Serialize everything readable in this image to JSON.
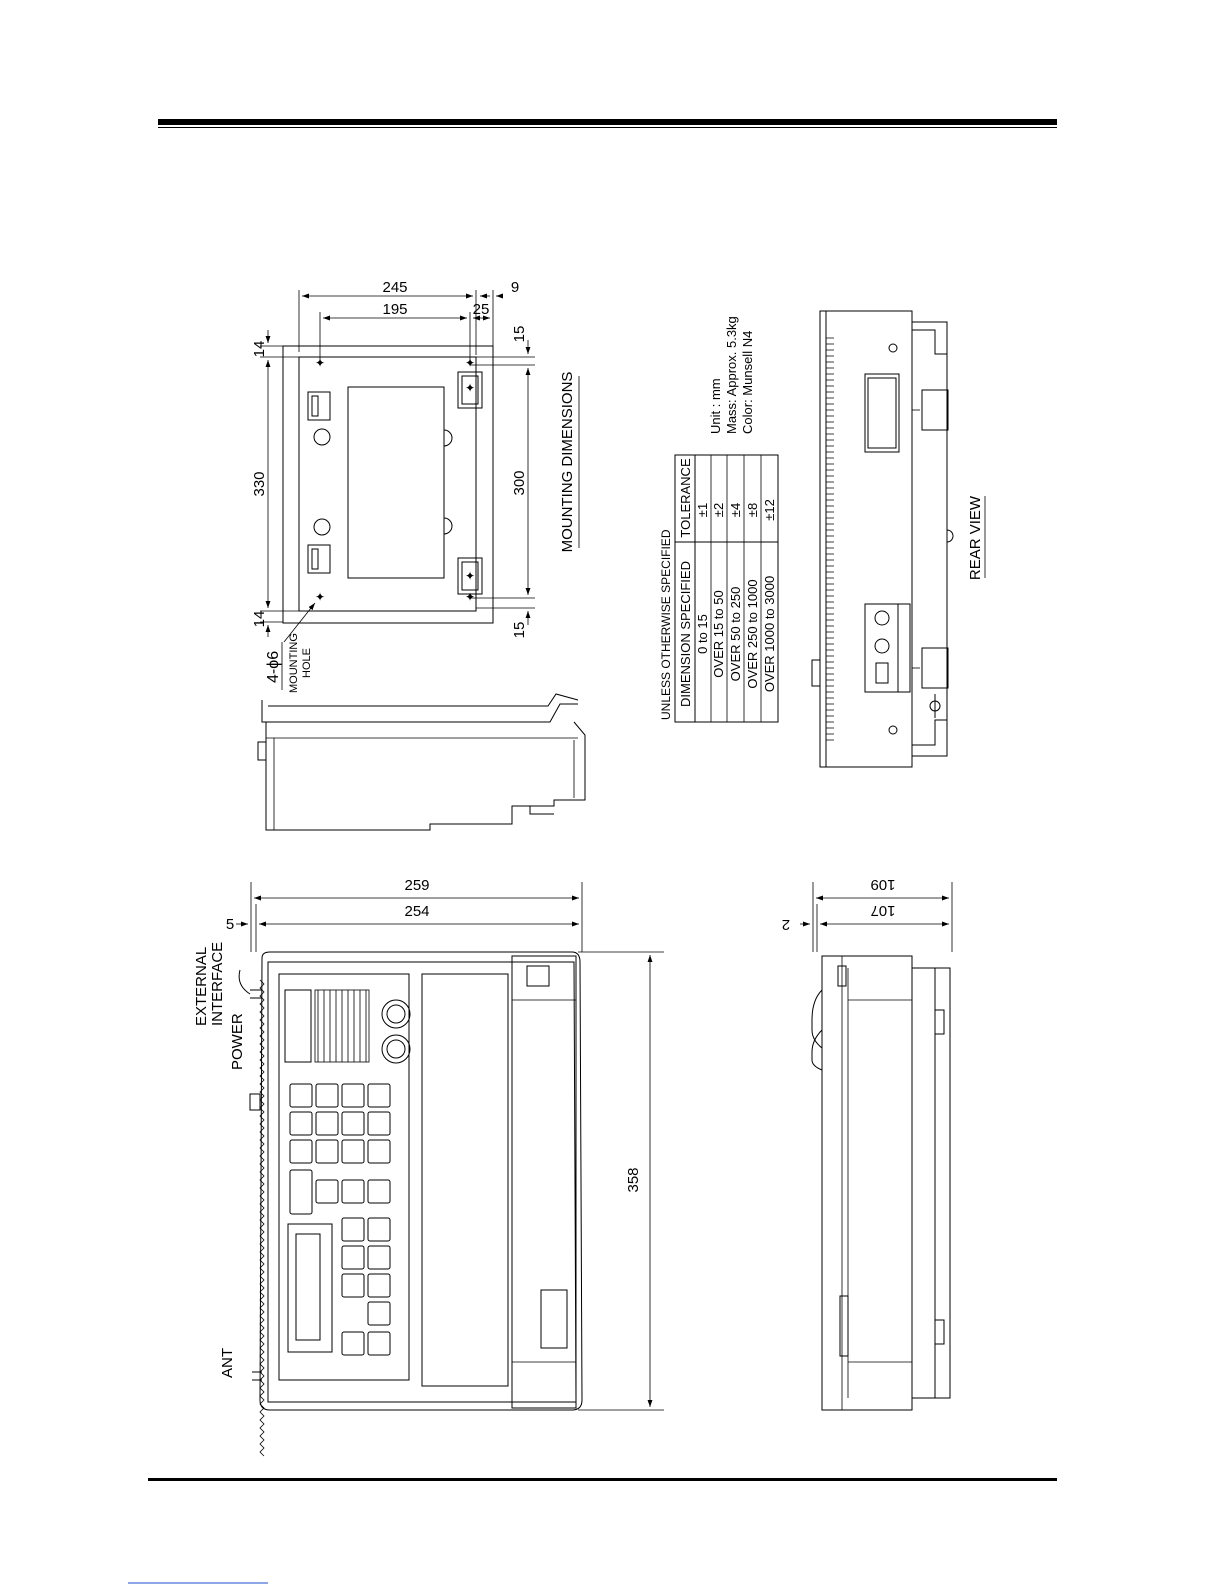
{
  "mounting": {
    "title": "MOUNTING DIMENSIONS",
    "dim_245": "245",
    "dim_9": "9",
    "dim_195": "195",
    "dim_25": "25",
    "dim_14_top": "14",
    "dim_15_top": "15",
    "dim_330": "330",
    "dim_300": "300",
    "dim_14_bottom": "14",
    "dim_15_bottom": "15",
    "hole_count": "4-",
    "hole_symbol": "ϕ",
    "hole_size": "6",
    "hole_label_1": "MOUNTING",
    "hole_label_2": "HOLE"
  },
  "specs": {
    "unit": "Unit  :  mm",
    "mass": "Mass:  Approx. 5.3kg",
    "color": "Color:  Munsell N4"
  },
  "tolerance_table": {
    "title": "UNLESS OTHERWISE SPECIFIED",
    "headers": [
      "DIMENSION SPECIFIED",
      "TOLERANCE"
    ],
    "rows": [
      [
        "0 to 15",
        "±1"
      ],
      [
        "OVER 15 to 50",
        "±2"
      ],
      [
        "OVER 50 to 250",
        "±4"
      ],
      [
        "OVER 250 to 1000",
        "±8"
      ],
      [
        "OVER 1000 to 3000",
        "±12"
      ]
    ]
  },
  "rear_view": {
    "title": "REAR VIEW"
  },
  "front_view": {
    "dim_259": "259",
    "dim_254": "254",
    "dim_5": "5",
    "dim_358": "358",
    "label_external_1": "EXTERNAL",
    "label_external_2": "INTERFACE",
    "label_power": "POWER",
    "label_ant": "ANT"
  },
  "side_view": {
    "dim_109": "109",
    "dim_107": "107",
    "dim_2": "2"
  }
}
